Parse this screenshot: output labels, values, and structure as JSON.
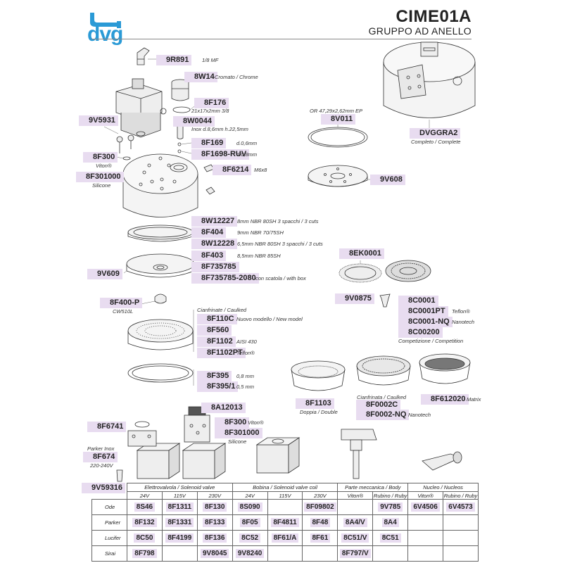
{
  "brand": {
    "logo_text": "dvg",
    "accent": "#2a9ad6"
  },
  "header": {
    "title": "CIME01A",
    "subtitle": "GRUPPO AD ANELLO"
  },
  "parts": {
    "9R891": {
      "code": "9R891",
      "desc": "1/8 MF"
    },
    "8W14": {
      "code": "8W14",
      "desc": "Cromato / Chrome"
    },
    "8F176": {
      "code": "8F176",
      "desc": "21x17x2mm 3/8"
    },
    "9V5931": {
      "code": "9V5931"
    },
    "8W0044": {
      "code": "8W0044",
      "desc": "Inox d.8,6mm h.22,5mm"
    },
    "8F169": {
      "code": "8F169",
      "desc": "d.0,6mm"
    },
    "8F1698": {
      "code": "8F1698-RUV",
      "desc": "d.0,8mm"
    },
    "8F300a": {
      "code": "8F300",
      "desc": "Viton®"
    },
    "8F301000a": {
      "code": "8F301000",
      "desc": "Silicone"
    },
    "8F6214": {
      "code": "8F6214",
      "desc": "M6x8"
    },
    "8W12227": {
      "code": "8W12227",
      "desc": "8mm NBR 80SH 3 spacchi / 3 cuts"
    },
    "8F404": {
      "code": "8F404",
      "desc": "9mm NBR 70/75SH"
    },
    "8W12228": {
      "code": "8W12228",
      "desc": "6,5mm NBR 80SH 3 spacchi / 3 cuts"
    },
    "8F403": {
      "code": "8F403",
      "desc": "8,5mm NBR 85SH"
    },
    "8F735785": {
      "code": "8F735785"
    },
    "8F7357852080": {
      "code": "8F735785-2080",
      "desc": "con scatola / with box"
    },
    "9V609": {
      "code": "9V609"
    },
    "8F400P": {
      "code": "8F400-P",
      "desc": "CW510L"
    },
    "cianfrinate": {
      "desc": "Cianfrinate / Caulked"
    },
    "8F110C": {
      "code": "8F110C",
      "desc": "Nuovo modello / New model"
    },
    "8F560": {
      "code": "8F560"
    },
    "8F1102": {
      "code": "8F1102",
      "desc": "AISI 430"
    },
    "8F1102PT": {
      "code": "8F1102PT",
      "desc": "Teflon®"
    },
    "8F395": {
      "code": "8F395",
      "desc": "0,8 mm"
    },
    "8F3951": {
      "code": "8F395/1",
      "desc": "0,5 mm"
    },
    "DVGGRA2": {
      "code": "DVGGRA2",
      "desc": "Completo / Complete"
    },
    "8V011": {
      "code": "8V011",
      "desc": "OR 47,29x2,62mm EP"
    },
    "9V608": {
      "code": "9V608"
    },
    "8EK0001": {
      "code": "8EK0001"
    },
    "9V0875": {
      "code": "9V0875"
    },
    "8C0001": {
      "code": "8C0001"
    },
    "8C0001PT": {
      "code": "8C0001PT",
      "desc": "Teflon®"
    },
    "8C0001NQ": {
      "code": "8C0001-NQ",
      "desc": "Nanotech"
    },
    "8C00200": {
      "code": "8C00200",
      "desc": "Competizione / Competition"
    },
    "8F1103": {
      "code": "8F1103",
      "desc": "Doppia / Double"
    },
    "cianfrinata": {
      "desc": "Cianfrinata / Caulked"
    },
    "8F0002C": {
      "code": "8F0002C"
    },
    "8F0002NQ": {
      "code": "8F0002-NQ",
      "desc": "Nanotech"
    },
    "8F612020": {
      "code": "8F612020",
      "desc": "Matrix"
    },
    "8A12013": {
      "code": "8A12013"
    },
    "8F6741": {
      "code": "8F6741"
    },
    "8F300b": {
      "code": "8F300",
      "desc": "Viton®"
    },
    "8F301000b": {
      "code": "8F301000",
      "desc": "Silicone"
    },
    "8F674": {
      "code": "8F674",
      "desc_top": "Parker Inox",
      "desc": "220-240V"
    },
    "9V59316": {
      "code": "9V59316"
    }
  },
  "table": {
    "groups": [
      "Elettrovalvola / Solenoid valve",
      "Bobina / Solenoid valve coil",
      "Parte meccanica / Body",
      "Nucleo / Nucleos"
    ],
    "subheaders": [
      "24V",
      "115V",
      "230V",
      "24V",
      "115V",
      "230V",
      "Viton®",
      "Rubino / Ruby",
      "Viton®",
      "Rubino / Ruby"
    ],
    "rows": [
      {
        "label": "Ode",
        "cells": [
          "8S46",
          "8F1311",
          "8F130",
          "8S090",
          "",
          "8F09802",
          "",
          "9V785",
          "6V4506",
          "6V4573"
        ]
      },
      {
        "label": "Parker",
        "cells": [
          "8F132",
          "8F1331",
          "8F133",
          "8F05",
          "8F4811",
          "8F48",
          "8A4/V",
          "8A4",
          "",
          ""
        ]
      },
      {
        "label": "Lucifer",
        "cells": [
          "8C50",
          "8F4199",
          "8F136",
          "8C52",
          "8F61/A",
          "8F61",
          "8C51/V",
          "8C51",
          "",
          ""
        ]
      },
      {
        "label": "Sirai",
        "cells": [
          "8F798",
          "",
          "9V8045",
          "9V8240",
          "",
          "",
          "8F797/V",
          "",
          "",
          ""
        ]
      }
    ]
  }
}
